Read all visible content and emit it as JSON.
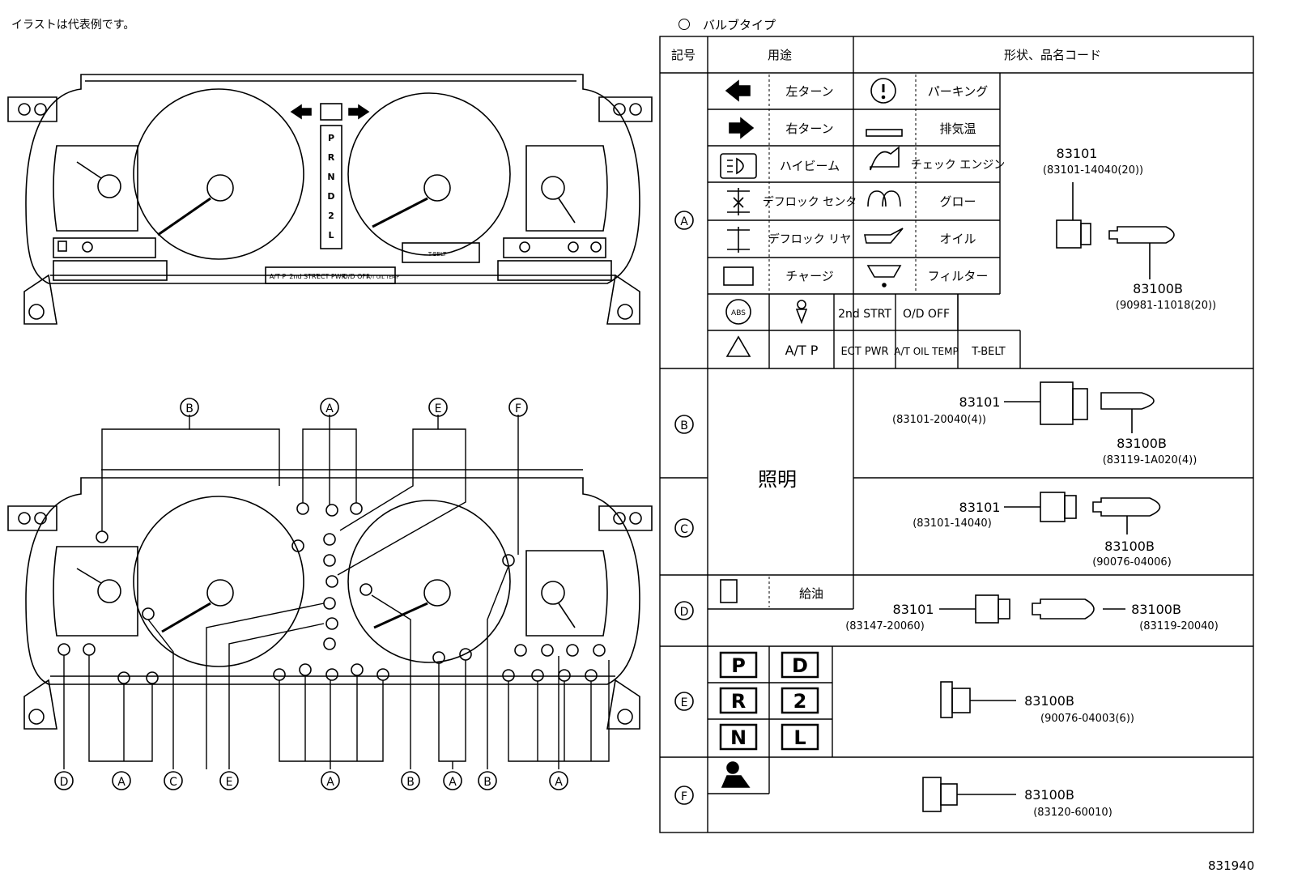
{
  "note": "イラストは代表例です。",
  "bulb_title": "バルブタイプ",
  "figure_number": "831940",
  "table": {
    "headers": {
      "symbol": "記号",
      "usage": "用途",
      "shape_code": "形状、品名コード"
    },
    "rows": {
      "A": {
        "symbol": "A",
        "items": [
          "左ターン",
          "右ターン",
          "ハイビーム",
          "デフロック センタ",
          "デフロック リヤ",
          "チャージ"
        ],
        "items2": [
          "パーキング",
          "排気温",
          "チェック エンジン",
          "グロー",
          "オイル",
          "フィルター"
        ],
        "extra_row1": [
          "2nd STRT",
          "O/D OFF"
        ],
        "extra_row2": [
          "A/T P",
          "ECT PWR",
          "A/T OIL TEMP",
          "T-BELT"
        ],
        "socket_part": "83101",
        "socket_code": "(83101-14040(20))",
        "bulb_part": "83100B",
        "bulb_code": "(90981-11018(20))"
      },
      "B": {
        "symbol": "B",
        "socket_part": "83101",
        "socket_code": "(83101-20040(4))",
        "bulb_part": "83100B",
        "bulb_code": "(83119-1A020(4))"
      },
      "BC_usage": "照明",
      "C": {
        "symbol": "C",
        "socket_part": "83101",
        "socket_code": "(83101-14040)",
        "bulb_part": "83100B",
        "bulb_code": "(90076-04006)"
      },
      "D": {
        "symbol": "D",
        "usage": "給油",
        "socket_part": "83101",
        "socket_code": "(83147-20060)",
        "bulb_part": "83100B",
        "bulb_code": "(83119-20040)"
      },
      "E": {
        "symbol": "E",
        "gears": [
          "P",
          "D",
          "R",
          "2",
          "N",
          "L"
        ],
        "bulb_part": "83100B",
        "bulb_code": "(90076-04003(6))"
      },
      "F": {
        "symbol": "F",
        "bulb_part": "83100B",
        "bulb_code": "(83120-60010)"
      }
    }
  },
  "cluster_top": {
    "gears": [
      "P",
      "R",
      "N",
      "D",
      "2",
      "L"
    ],
    "tbelt": "T-BELT",
    "bottom_labels": [
      "A/T P",
      "2nd STRT",
      "ECT PWR",
      "O/D OFF",
      "A/T OIL TEMP"
    ]
  },
  "cluster_bottom": {
    "top_callouts": [
      "B",
      "A",
      "E",
      "F"
    ],
    "bottom_callouts": [
      "D",
      "A",
      "C",
      "E",
      "A",
      "B",
      "A",
      "B",
      "A"
    ]
  }
}
